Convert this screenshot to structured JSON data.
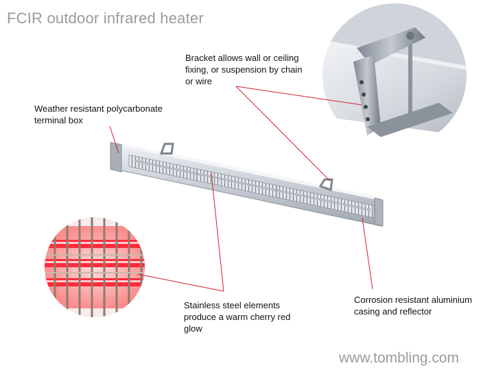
{
  "title": "FCIR outdoor infrared heater",
  "footer": "www.tombling.com",
  "callouts": {
    "bracket": [
      "Bracket allows wall or ceiling",
      "fixing, or suspension by chain",
      "or wire"
    ],
    "terminal_box": [
      "Weather resistant polycarbonate",
      "terminal box"
    ],
    "elements": [
      "Stainless steel elements",
      "produce a warm cherry red",
      "glow"
    ],
    "casing": [
      "Corrosion resistant aluminium",
      "casing and reflector"
    ]
  },
  "colors": {
    "leader_line": "#d21f2a",
    "title_text": "#9a9a9a",
    "element_glow": "#ff2a3a",
    "casing": "#c9ced6"
  }
}
